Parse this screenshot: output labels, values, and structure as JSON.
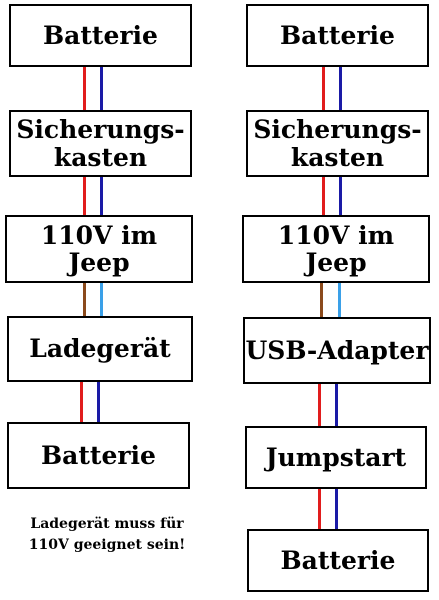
{
  "colors": {
    "positive": "#e11d1d",
    "negative": "#1a1aa6",
    "ac_brown": "#8b4a1c",
    "ac_blue": "#3aa0e8"
  },
  "left_chain": {
    "box1": "Batterie",
    "box2_line1": "Sicherungs-",
    "box2_line2": "kasten",
    "box3": "110V im Jeep",
    "box4": "Ladegerät",
    "box5": "Batterie"
  },
  "right_chain": {
    "box1": "Batterie",
    "box2_line1": "Sicherungs-",
    "box2_line2": "kasten",
    "box3": "110V im Jeep",
    "box4": "USB-Adapter",
    "box5": "Jumpstart",
    "box6": "Batterie"
  },
  "note": {
    "line1": "Ladegerät muss für",
    "line2": "110V geeignet sein!"
  }
}
